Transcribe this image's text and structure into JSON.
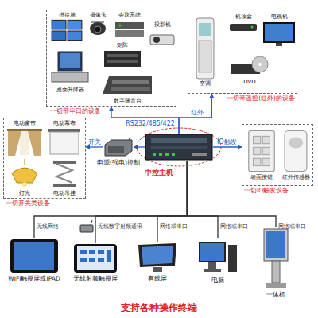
{
  "diagram": {
    "caption": "支持各种操作终端",
    "nodes": [
      {
        "text": [
          "一切带串口的设备"
        ]
      },
      {
        "text": [
          "拼接墙"
        ],
        "in": 0
      },
      {
        "text": [
          "摄像头"
        ],
        "in": 0
      },
      {
        "text": [
          "会议系统"
        ],
        "in": 0
      },
      {
        "text": [
          "投影机"
        ],
        "in": 0
      },
      {
        "text": [
          "矩阵"
        ],
        "in": 0
      },
      {
        "text": [
          "桌面升降器"
        ],
        "in": 0
      },
      {
        "text": [
          "数字调音台"
        ],
        "in": 0
      },
      {
        "text": [
          "一切带遥控(红外)的设备"
        ]
      },
      {
        "text": [
          "机顶盒"
        ],
        "in": 8
      },
      {
        "text": [
          "电视机"
        ],
        "in": 8
      },
      {
        "text": [
          "空调"
        ],
        "in": 8
      },
      {
        "text": [
          "DVD"
        ],
        "in": 8
      },
      {
        "text": [
          "一切开关类设备"
        ]
      },
      {
        "text": [
          "电动窗帘"
        ],
        "in": 13
      },
      {
        "text": [
          "电动幕布"
        ],
        "in": 13
      },
      {
        "text": [
          "灯光"
        ],
        "in": 13
      },
      {
        "text": [
          "电动吊挂"
        ],
        "in": 13
      },
      {
        "text": [
          "电源(强电)控制"
        ]
      },
      {
        "text": [
          "中控主机"
        ]
      },
      {
        "text": [
          "一切IO触发设备"
        ]
      },
      {
        "text": [
          "墙面按钮"
        ],
        "in": 20
      },
      {
        "text": [
          "红外传感器"
        ],
        "in": 20
      },
      {
        "text": [
          "WIFI触摸屏或IPAD"
        ]
      },
      {
        "text": [
          "无线射频触摸屏"
        ]
      },
      {
        "text": [
          "有线屏"
        ]
      },
      {
        "text": [
          "电脑"
        ]
      },
      {
        "text": [
          "一体机"
        ]
      }
    ],
    "edges": [
      {
        "from": 19,
        "to": 0,
        "label": "RS232/485/422",
        "arrow": "to"
      },
      {
        "from": 19,
        "to": 8,
        "label": "红外",
        "arrow": "to"
      },
      {
        "from": 19,
        "to": 18,
        "arrow": "to"
      },
      {
        "from": 18,
        "to": 13,
        "label": "开关",
        "arrow": "to"
      },
      {
        "from": 19,
        "to": 20,
        "label": "IO触发",
        "arrow": "to"
      },
      {
        "from": 19,
        "to": 23,
        "label": "无线网络",
        "arrow": "none"
      },
      {
        "from": 19,
        "to": 24,
        "label": "无线数字射频通讯",
        "arrow": "none"
      },
      {
        "from": 19,
        "to": 25,
        "label": "网络或串口",
        "arrow": "none"
      },
      {
        "from": 19,
        "to": 26,
        "label": "网络或串口",
        "arrow": "none"
      },
      {
        "from": 19,
        "to": 27,
        "label": "网络或串口",
        "arrow": "none"
      }
    ]
  }
}
